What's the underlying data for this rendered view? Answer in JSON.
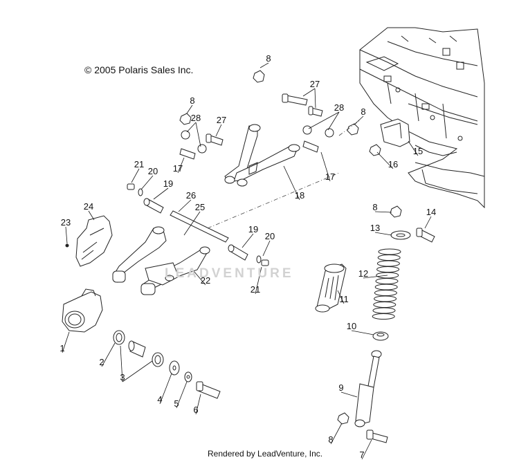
{
  "copyright": "© 2005 Polaris Sales Inc.",
  "footer": "Rendered by LeadVenture, Inc.",
  "watermark": "LEADVENTURE",
  "labels": [
    "1",
    "2",
    "3",
    "4",
    "5",
    "6",
    "7",
    "8",
    "9",
    "10",
    "11",
    "12",
    "13",
    "14",
    "15",
    "16",
    "17",
    "18",
    "19",
    "20",
    "21",
    "22",
    "23",
    "24",
    "25",
    "26",
    "27",
    "28"
  ],
  "callouts": [
    {
      "n": "8"
    },
    {
      "n": "8"
    },
    {
      "n": "8"
    },
    {
      "n": "8"
    },
    {
      "n": "8"
    },
    {
      "n": "27"
    },
    {
      "n": "27"
    },
    {
      "n": "28"
    },
    {
      "n": "28"
    },
    {
      "n": "17"
    },
    {
      "n": "17"
    },
    {
      "n": "18"
    },
    {
      "n": "15"
    },
    {
      "n": "16"
    },
    {
      "n": "21"
    },
    {
      "n": "20"
    },
    {
      "n": "19"
    },
    {
      "n": "26"
    },
    {
      "n": "25"
    },
    {
      "n": "24"
    },
    {
      "n": "23"
    },
    {
      "n": "22"
    },
    {
      "n": "19"
    },
    {
      "n": "20"
    },
    {
      "n": "21"
    },
    {
      "n": "14"
    },
    {
      "n": "13"
    },
    {
      "n": "12"
    },
    {
      "n": "11"
    },
    {
      "n": "10"
    },
    {
      "n": "9"
    },
    {
      "n": "7"
    },
    {
      "n": "1"
    },
    {
      "n": "2"
    },
    {
      "n": "3"
    },
    {
      "n": "4"
    },
    {
      "n": "5"
    },
    {
      "n": "6"
    }
  ]
}
